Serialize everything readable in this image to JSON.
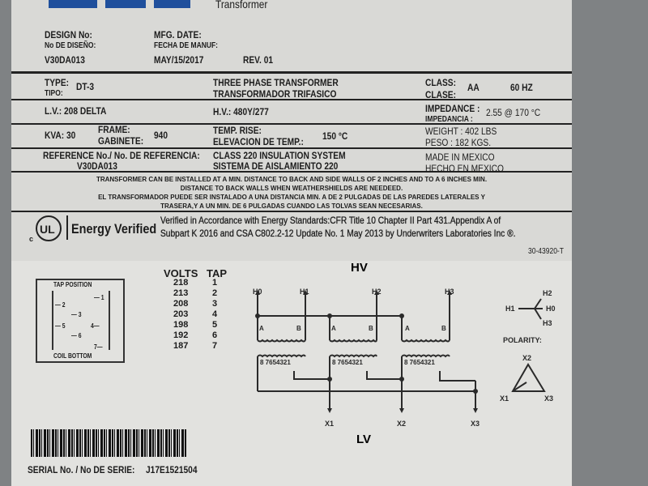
{
  "header": {
    "product": "Transformer"
  },
  "design": {
    "design_label": "DESIGN No:",
    "design_label_es": "No DE DISEÑO:",
    "design_no": "V30DA013",
    "mfg_label": "MFG. DATE:",
    "mfg_label_es": "FECHA DE MANUF:",
    "mfg_date": "MAY/15/2017",
    "rev": "REV. 01"
  },
  "specs": {
    "type_label": "TYPE:",
    "type_label_es": "TIPO:",
    "type": "DT-3",
    "desc": "THREE PHASE TRANSFORMER",
    "desc_es": "TRANSFORMADOR TRIFASICO",
    "class_label": "CLASS:",
    "class_label_es": "CLASE:",
    "class": "AA",
    "freq": "60 HZ",
    "lv": "L.V.:  208 DELTA",
    "hv": "H.V.:  480Y/277",
    "imp_label": "IMPEDANCE :",
    "imp_label_es": "IMPEDANCIA :",
    "impedance": "2.55 @ 170 °C",
    "kva": "KVA: 30",
    "frame_label": "FRAME:",
    "frame_label_es": "GABINETE:",
    "frame": "940",
    "temp_label": "TEMP. RISE:",
    "temp_label_es": "ELEVACION DE TEMP.:",
    "temp": "150  °C",
    "weight": "WEIGHT : 402 LBS",
    "peso": "PESO : 182 KGS.",
    "ref_label": "REFERENCE No./ No. DE REFERENCIA:",
    "ref": "V30DA013",
    "insulation": "CLASS 220 INSULATION SYSTEM",
    "insulation_es": "SISTEMA DE AISLAMIENTO 220",
    "made": "MADE IN MEXICO",
    "made_es": "HECHO EN MEXICO"
  },
  "notes": [
    "TRANSFORMER CAN BE INSTALLED AT A MIN. DISTANCE TO BACK AND SIDE WALLS OF 2 INCHES AND TO A 6 INCHES MIN.",
    "DISTANCE TO BACK WALLS WHEN WEATHERSHIELDS ARE NEEDEED.",
    "EL TRANSFORMADOR PUEDE SER INSTALADO A UNA DISTANCIA MIN. A DE 2 PULGADAS DE LAS PAREDES LATERALES Y",
    "TRASERA,Y A UN MIN. DE 6 PULGADAS CUANDO LAS TOLVAS SEAN NECESARIAS."
  ],
  "energy": {
    "logo_text": "UL",
    "verified": "Energy Verified",
    "line1": "Verified in Accordance with Energy Standards:CFR Title 10 Chapter II Part 431.Appendix A of",
    "line2": "Subpart K 2016 and CSA C802.2-12  Update No. 1 May 2013 by Underwriters Laboratories  Inc ®.",
    "part": "30-43920-T"
  },
  "tap_box": {
    "title": "TAP POSITION",
    "bottom": "COIL BOTTOM",
    "marks": [
      "— 1",
      "— 2",
      "— 3",
      "4—",
      "— 5",
      "— 6",
      "7—"
    ]
  },
  "tap_table": {
    "headers": [
      "VOLTS",
      "TAP"
    ],
    "rows": [
      [
        "218",
        "1"
      ],
      [
        "213",
        "2"
      ],
      [
        "208",
        "3"
      ],
      [
        "203",
        "4"
      ],
      [
        "198",
        "5"
      ],
      [
        "192",
        "6"
      ],
      [
        "187",
        "7"
      ]
    ]
  },
  "diagram": {
    "hv": "HV",
    "lv": "LV",
    "h": [
      "H0",
      "H1",
      "H2",
      "H3"
    ],
    "x": [
      "X1",
      "X2",
      "X3"
    ],
    "a": "A",
    "b": "B",
    "taps": "8 7654321",
    "polarity": "POLARITY:"
  },
  "serial": {
    "label": "SERIAL No. / No DE SERIE:",
    "value": "J17E1521504"
  }
}
